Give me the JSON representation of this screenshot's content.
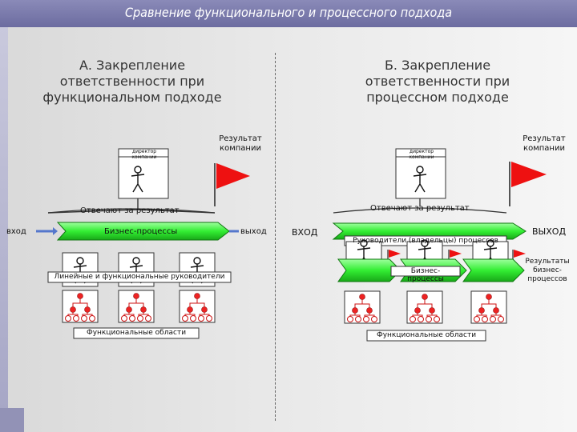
{
  "header": {
    "title": "Сравнение функционального и процессного подхода"
  },
  "left": {
    "title_lines": [
      "А. Закрепление",
      "ответственности при",
      "функциональном подходе"
    ],
    "director_label_lines": [
      "директор",
      "компании"
    ],
    "result_lines": [
      "Результат",
      "компании"
    ],
    "responsible": "Отвечают за результат",
    "input": "вход",
    "output": "выход",
    "process": "Бизнес-процессы",
    "managers": "Линейные и функциональные руководители",
    "areas": "Функциональные области"
  },
  "right": {
    "title_lines": [
      "Б. Закрепление",
      "ответственности при",
      "процессном подходе"
    ],
    "director_label_lines": [
      "директор",
      "компании"
    ],
    "result_lines": [
      "Результат",
      "компании"
    ],
    "responsible": "Отвечают за результат",
    "input": "ВХОД",
    "output": "ВЫХОД",
    "owners": "Руководители (владельцы) процессов",
    "process": "Бизнес-процессы",
    "results_lines": [
      "Результаты",
      "бизнес-",
      "процессов"
    ],
    "areas": "Функциональные области"
  },
  "colors": {
    "header": "#6c6ca0",
    "process": "#33ee33",
    "flag": "#ee1111",
    "org_node": "#ee1111"
  }
}
